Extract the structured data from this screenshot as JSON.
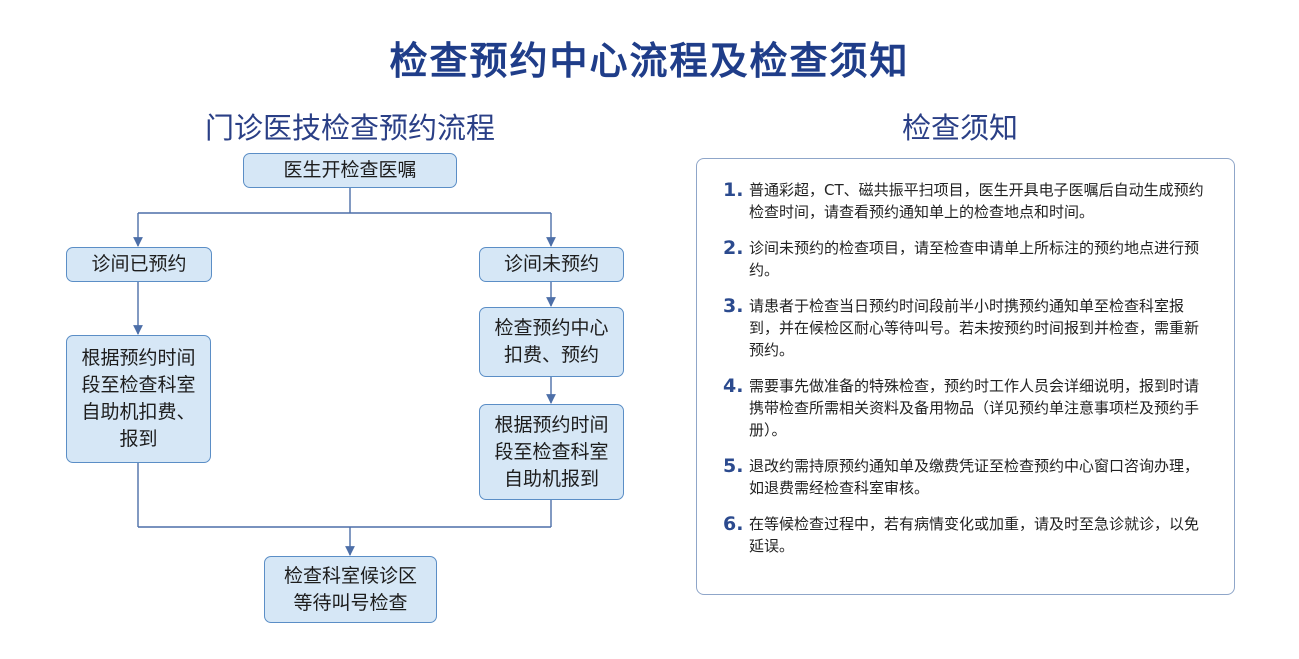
{
  "title": "检查预约中心流程及检查须知",
  "flow": {
    "title": "门诊医技检查预约流程",
    "nodes": {
      "doctor_order": "医生开检查医嘱",
      "booked": "诊间已预约",
      "not_booked": "诊间未预约",
      "booked_step": "根据预约时间\n段至检查科室\n自助机扣费、\n报到",
      "center_pay": "检查预约中心\n扣费、预约",
      "self_checkin": "根据预约时间\n段至检查科室\n自助机报到",
      "waiting_area": "检查科室候诊区\n等待叫号检查"
    }
  },
  "notice": {
    "title": "检查须知",
    "items": [
      {
        "num": "1.",
        "text": "普通彩超，CT、磁共振平扫项目，医生开具电子医嘱后自动生成预约检查时间，请查看预约通知单上的检查地点和时间。"
      },
      {
        "num": "2.",
        "text": "诊间未预约的检查项目，请至检查申请单上所标注的预约地点进行预约。"
      },
      {
        "num": "3.",
        "text": "请患者于检查当日预约时间段前半小时携预约通知单至检查科室报到，并在候检区耐心等待叫号。若未按预约时间报到并检查，需重新预约。"
      },
      {
        "num": "4.",
        "text": "需要事先做准备的特殊检查，预约时工作人员会详细说明，报到时请携带检查所需相关资料及备用物品（详见预约单注意事项栏及预约手册）。"
      },
      {
        "num": "5.",
        "text": "退改约需持原预约通知单及缴费凭证至检查预约中心窗口咨询办理，如退费需经检查科室审核。"
      },
      {
        "num": "6.",
        "text": "在等候检查过程中，若有病情变化或加重，请及时至急诊就诊，以免延误。"
      }
    ]
  },
  "colors": {
    "title": "#1f3d89",
    "node_fill": "#d6e7f6",
    "node_border": "#5b8ec6",
    "connector": "#4d6fa8"
  }
}
